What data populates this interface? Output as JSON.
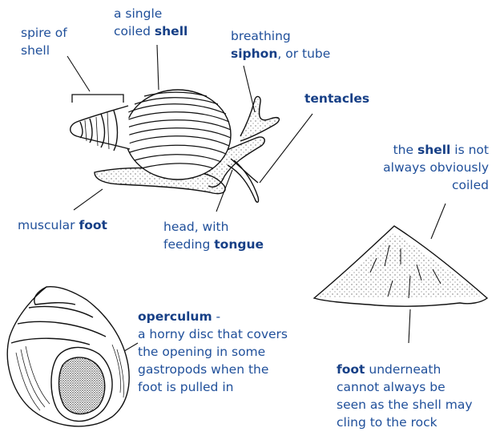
{
  "labels": {
    "spire": {
      "line1": "spire of",
      "line2": "shell"
    },
    "single_shell": {
      "line1": "a single",
      "line2_pre": "coiled ",
      "line2_bold": "shell"
    },
    "siphon": {
      "line1": "breathing",
      "line2_bold": "siphon",
      "line2_post": ", or tube"
    },
    "tentacles": {
      "bold": "tentacles"
    },
    "muscular_foot": {
      "pre": "muscular ",
      "bold": "foot"
    },
    "head": {
      "line1": "head, with",
      "line2_pre": "feeding ",
      "line2_bold": "tongue"
    },
    "shell_not_coiled": {
      "line1_pre": "the ",
      "line1_bold": "shell",
      "line1_post": " is not",
      "line2": "always obviously",
      "line3": "coiled"
    },
    "operculum": {
      "bold": "operculum",
      "post": " -",
      "line2": "a horny disc that covers",
      "line3": "the opening in some",
      "line4": "gastropods when the",
      "line5": "foot is pulled in"
    },
    "foot_underneath": {
      "bold": "foot",
      "post": " underneath",
      "line2": "cannot always be",
      "line3": "seen as the shell may",
      "line4": "cling to the rock"
    }
  },
  "colors": {
    "label_text": "#1f4f9a",
    "line_art": "#111111"
  }
}
